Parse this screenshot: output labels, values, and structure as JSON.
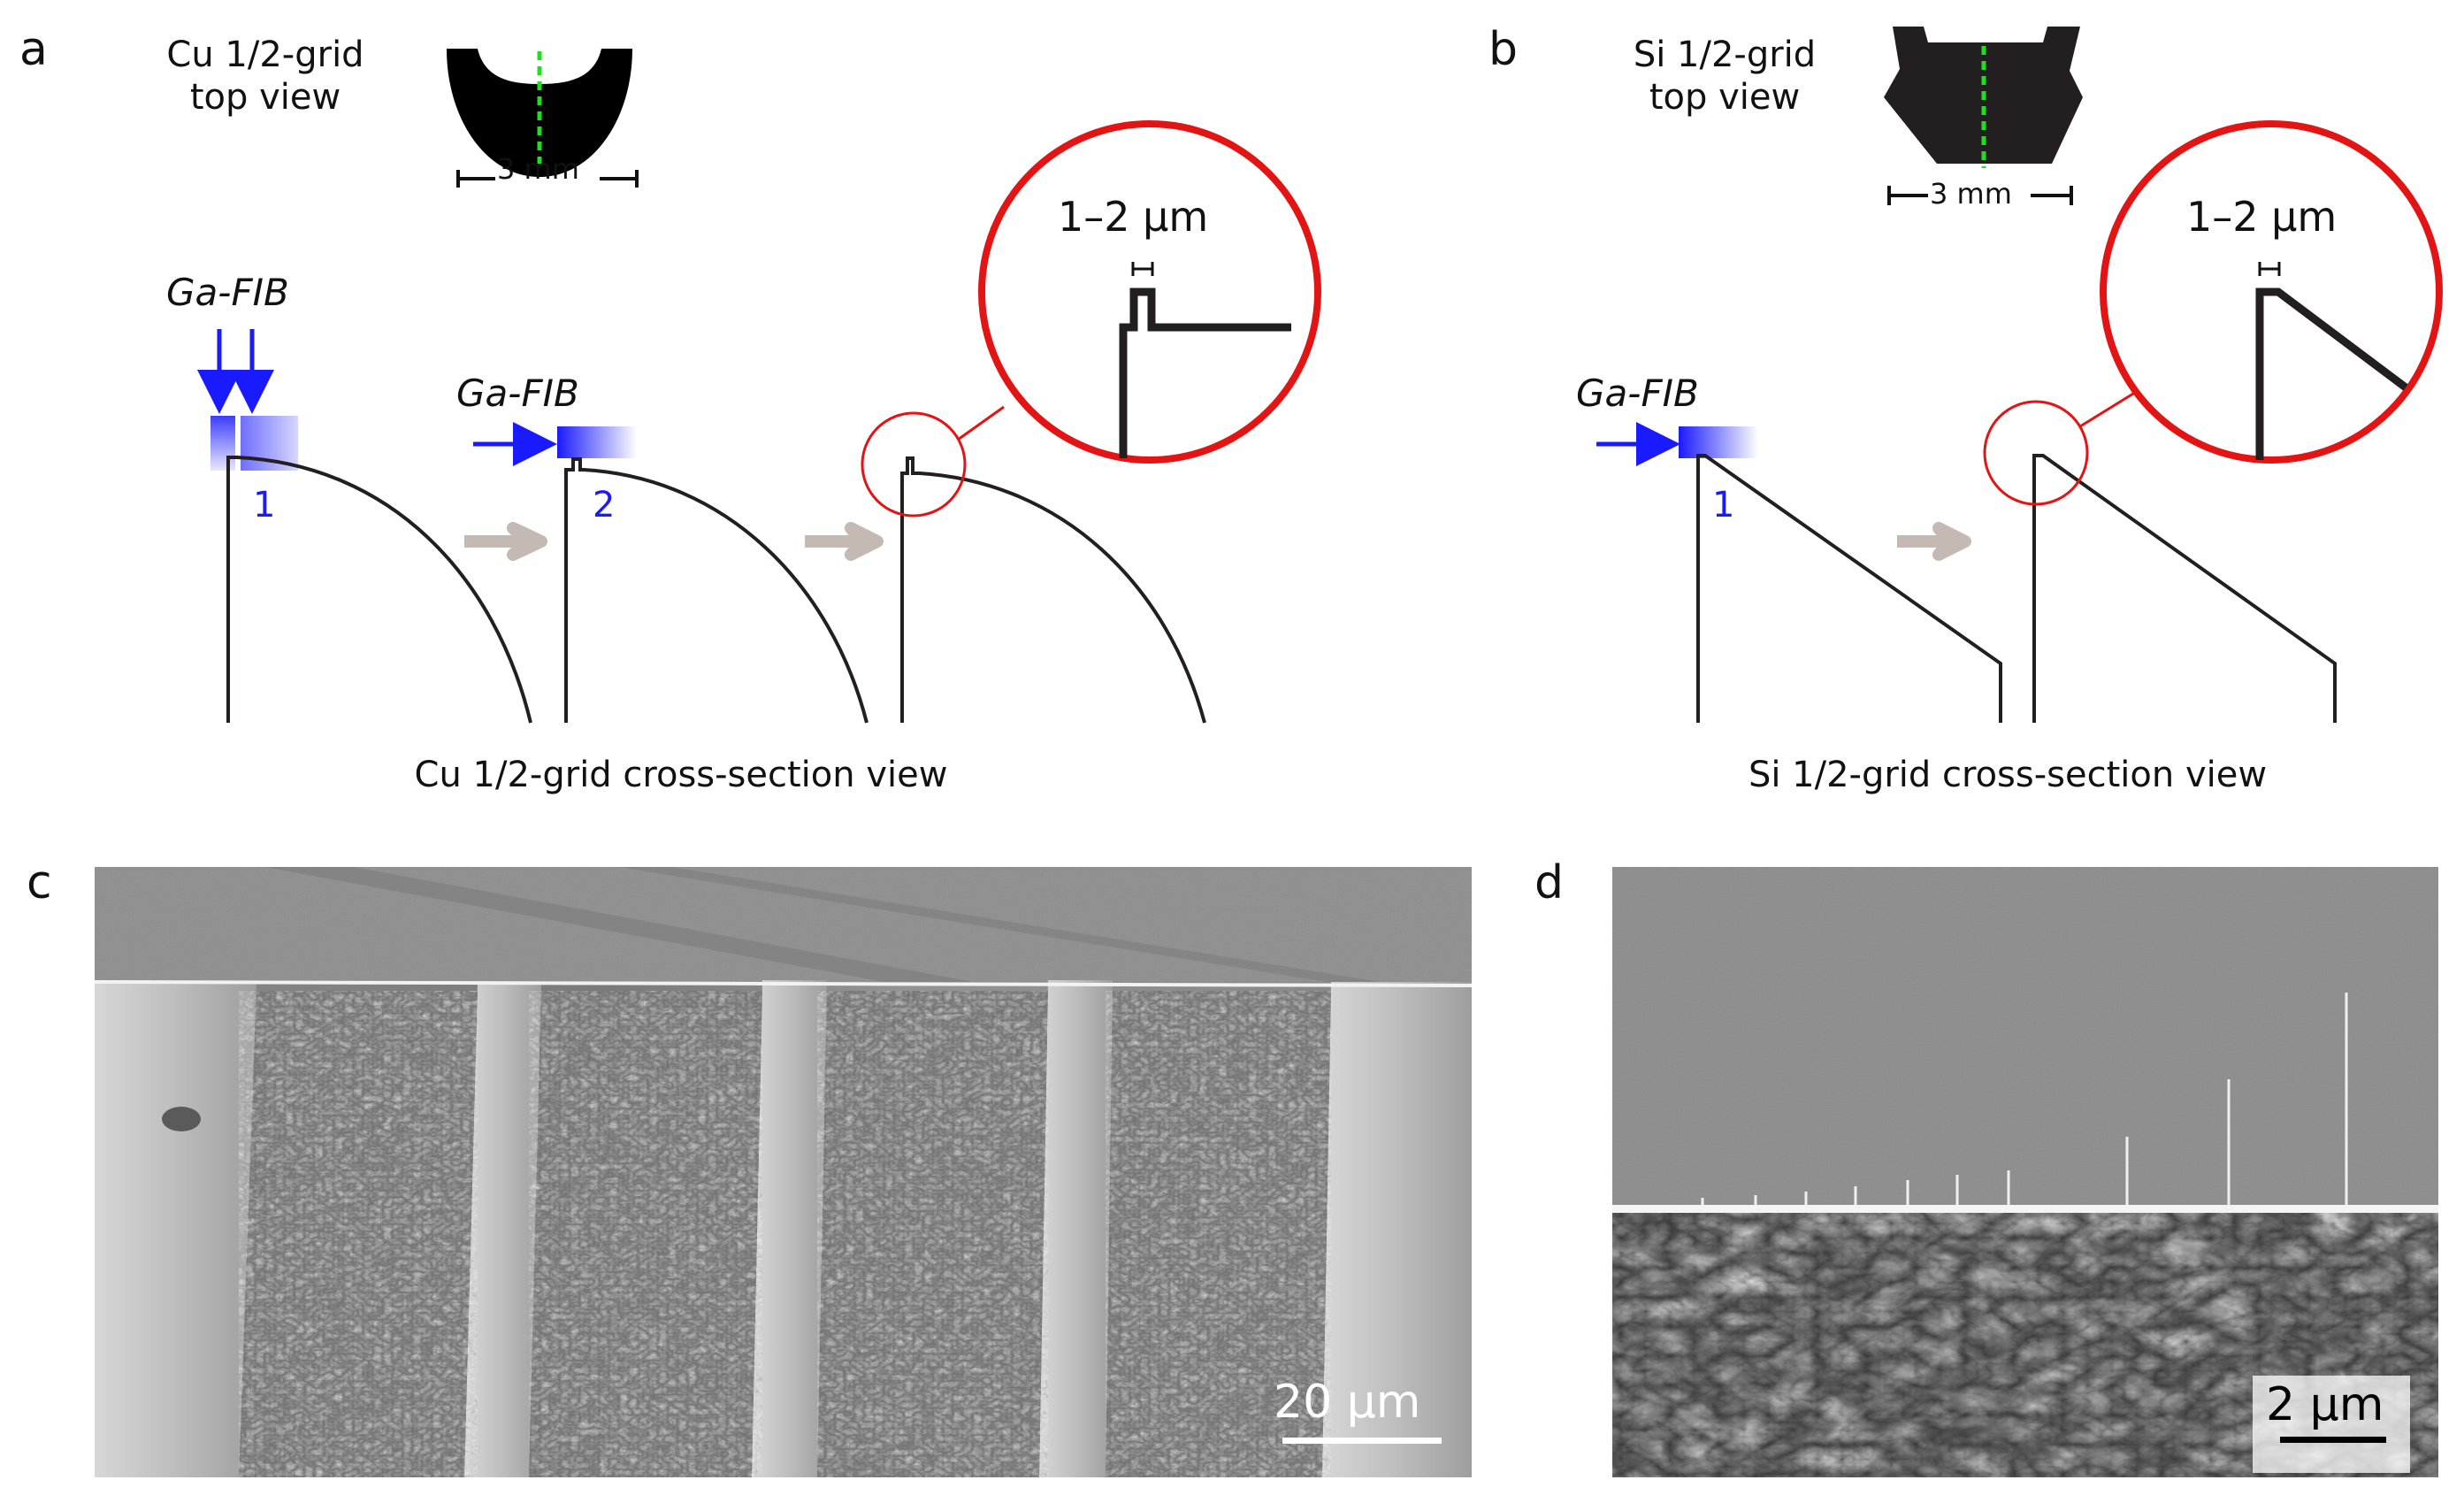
{
  "panels": {
    "a": {
      "letter": "a",
      "grid_title_line1": "Cu 1/2-grid",
      "grid_title_line2": "top view",
      "scale_label": "3 mm",
      "fib_label": "Ga-FIB",
      "step1": "1",
      "step2": "2",
      "zoom_label": "1–2 µm",
      "caption": "Cu 1/2-grid cross-section view"
    },
    "b": {
      "letter": "b",
      "grid_title_line1": "Si 1/2-grid",
      "grid_title_line2": "top view",
      "scale_label": "3 mm",
      "fib_label": "Ga-FIB",
      "step1": "1",
      "zoom_label": "1–2 µm",
      "caption": "Si 1/2-grid cross-section view"
    },
    "c": {
      "letter": "c",
      "scalebar": "20 µm"
    },
    "d": {
      "letter": "d",
      "scalebar": "2 µm"
    }
  },
  "colors": {
    "ion_beam": "#1a1aff",
    "zoom_circle": "#e31414",
    "cut_line": "#22dd22",
    "process_arrow": "#c4b9b3"
  }
}
